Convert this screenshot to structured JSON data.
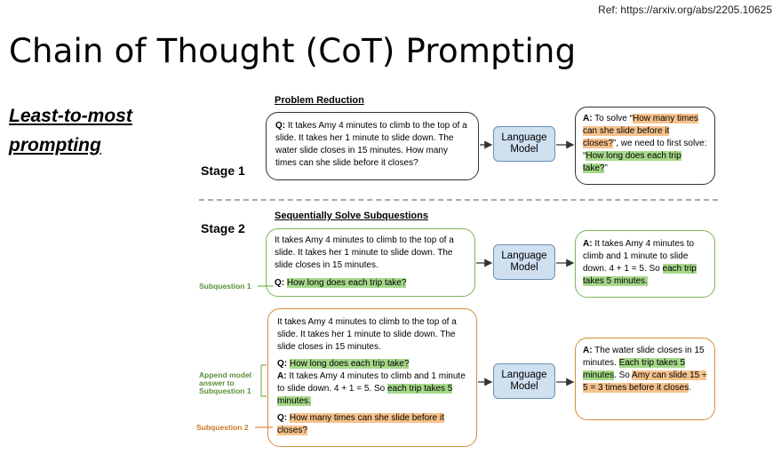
{
  "ref": "Ref: https://arxiv.org/abs/2205.10625",
  "title": "Chain of Thought (CoT) Prompting",
  "method": {
    "line1": "Least-to-most",
    "line2": "prompting"
  },
  "stage1": {
    "label": "Stage 1",
    "heading": "Problem Reduction",
    "question": {
      "prefix": "Q:",
      "text": "It takes Amy 4 minutes to climb to the top of a slide. It takes her 1 minute to slide down. The water slide closes in 15 minutes. How many times can she slide before it closes?"
    },
    "model": "Language Model",
    "answer": {
      "prefix": "A:",
      "t1": "To solve “",
      "h1": "How many times can she slide before it closes?",
      "t2": "”, we need to first solve: “",
      "h2": "How long does each trip take?",
      "t3": "”"
    }
  },
  "stage2": {
    "label": "Stage 2",
    "heading": "Sequentially Solve Subquestions",
    "sub1": {
      "context": "It takes Amy 4 minutes to climb to the top of a slide. It takes her 1 minute to slide down. The slide closes in 15 minutes.",
      "q_prefix": "Q:",
      "q_text": "How long does each trip take?",
      "model": "Language Model",
      "a_prefix": "A:",
      "a_text": "It takes Amy 4 minutes to climb and 1 minute to slide down. 4 + 1 = 5. So",
      "a_hl": "each trip takes 5 minutes."
    },
    "sub2": {
      "context": "It takes Amy 4 minutes to climb to the top of a slide. It takes her 1 minute to slide down. The slide closes in 15 minutes.",
      "q1_prefix": "Q:",
      "q1_text": "How long does each trip take?",
      "a1_prefix": "A:",
      "a1_text": "It takes Amy 4 minutes to climb and 1 minute to slide down. 4 + 1 = 5. So",
      "a1_hl": "each trip takes 5 minutes.",
      "q2_prefix": "Q:",
      "q2_text": "How many times can she slide before it closes?",
      "model": "Language Model",
      "a_prefix": "A:",
      "a_t1": "The water slide closes in 15 minutes.",
      "a_h1": "Each trip takes 5 minutes",
      "a_t2": ". So",
      "a_h2": "Amy can slide 15 ÷ 5 = 3 times before it closes",
      "a_t3": "."
    },
    "labels": {
      "subq1": "Subquestion 1",
      "append": "Append model answer to Subquestion 1",
      "subq2": "Subquestion 2"
    }
  },
  "colors": {
    "orange_highlight": "#f6c28c",
    "green_highlight": "#a6d88a",
    "model_fill": "#cfe0f1",
    "green_border": "#7cb55a",
    "orange_border": "#d98c3a"
  }
}
